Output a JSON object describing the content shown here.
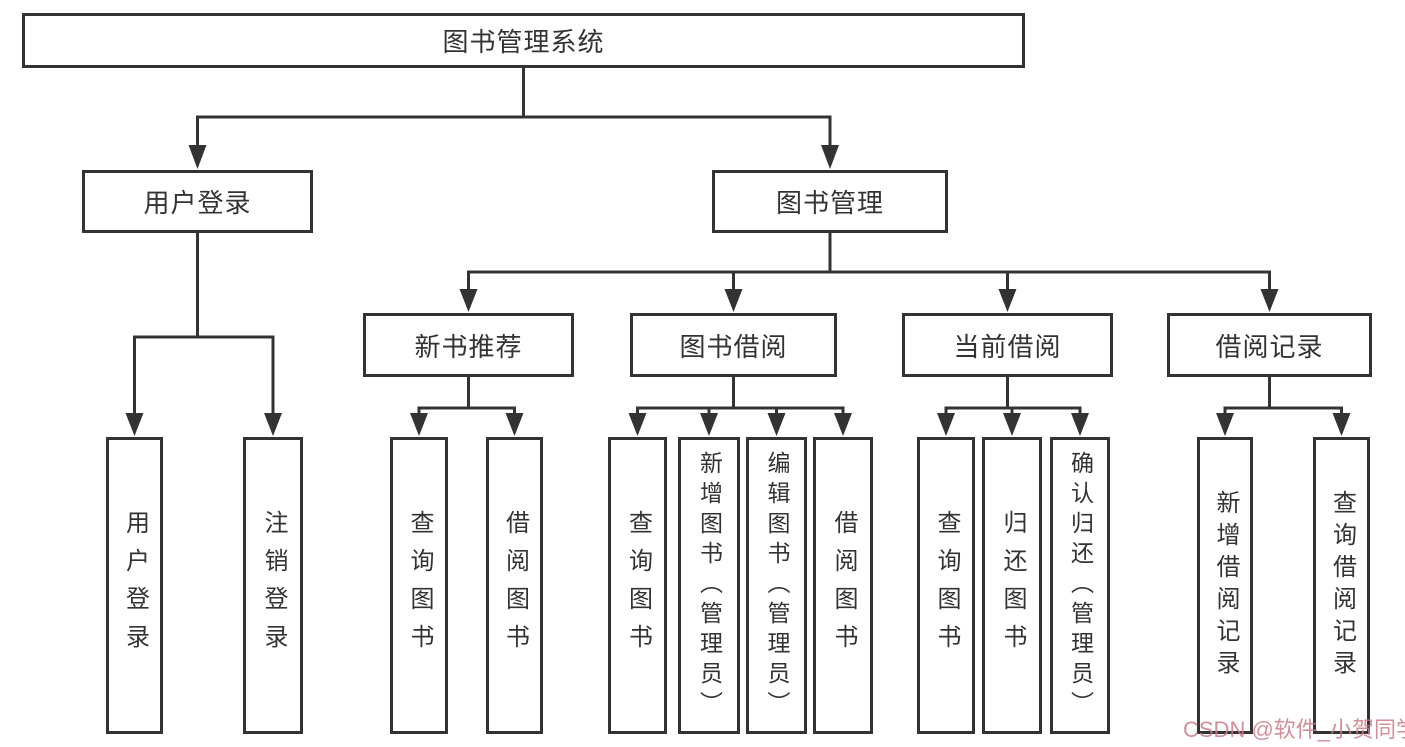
{
  "diagram": {
    "root": {
      "label": "图书管理系统"
    },
    "level1": [
      {
        "label": "用户登录"
      },
      {
        "label": "图书管理"
      }
    ],
    "level2": [
      {
        "label": "新书推荐"
      },
      {
        "label": "图书借阅"
      },
      {
        "label": "当前借阅"
      },
      {
        "label": "借阅记录"
      }
    ],
    "leaves": {
      "login": [
        "用户登录",
        "注销登录"
      ],
      "recommend": [
        "查询图书",
        "借阅图书"
      ],
      "borrow": [
        "查询图书",
        "新增图书（管理员）",
        "编辑图书（管理员）",
        "借阅图书"
      ],
      "current": [
        "查询图书",
        "归还图书",
        "确认归还（管理员）"
      ],
      "records": [
        "新增借阅记录",
        "查询借阅记录"
      ]
    }
  },
  "watermark": {
    "text": "CSDN @软件_小贺同学"
  },
  "colors": {
    "line": "#333333",
    "box_border": "#333333",
    "box_background": "#ffffff",
    "watermark": "#cb7a85",
    "page_background": "#ffffff"
  }
}
